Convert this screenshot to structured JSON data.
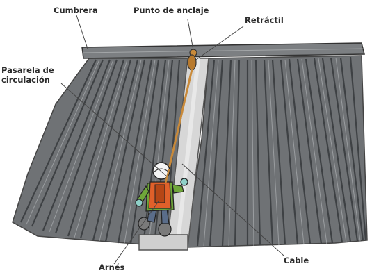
{
  "labels": {
    "ridge": "Cumbrera",
    "anchor": "Punto de anclaje",
    "retractable": "Retráctil",
    "walkway_line1": "Pasarela de",
    "walkway_line2": "circulación",
    "harness": "Arnés",
    "cable": "Cable"
  },
  "colors": {
    "roof": "#6b6e71",
    "roof_dark": "#3e4144",
    "walkway": "#d4d4d4",
    "lifeline": "#c98a3a",
    "vest": "#e0602a",
    "shirt": "#6fa63a"
  }
}
